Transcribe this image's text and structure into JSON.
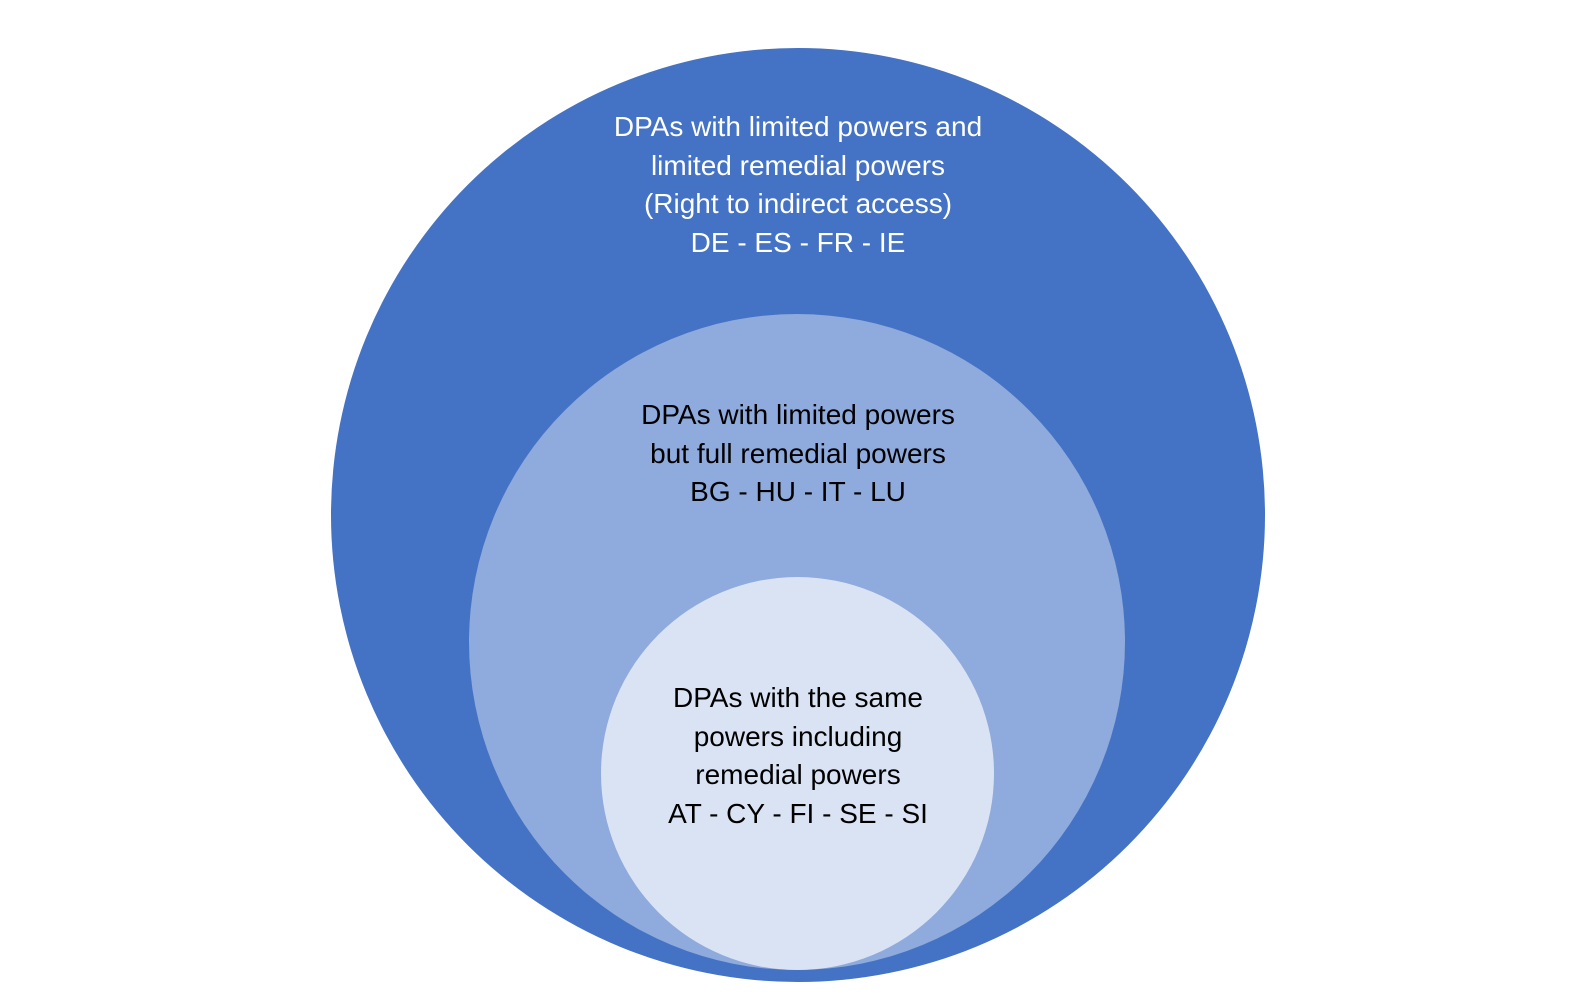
{
  "colors": {
    "outer": "#4472c4",
    "middle": "#8faadc",
    "inner": "#dae3f3",
    "outer_text": "#ffffff",
    "inner_text": "#000000"
  },
  "circles": {
    "outer": {
      "lines": [
        "DPAs with limited powers and",
        "limited remedial powers",
        "(Right to indirect access)",
        "DE - ES - FR - IE"
      ]
    },
    "middle": {
      "lines": [
        "DPAs with limited powers",
        "but full remedial powers",
        "BG - HU - IT - LU"
      ]
    },
    "inner": {
      "lines": [
        "DPAs with the same",
        "powers including",
        "remedial powers",
        "AT - CY - FI - SE - SI"
      ]
    }
  }
}
